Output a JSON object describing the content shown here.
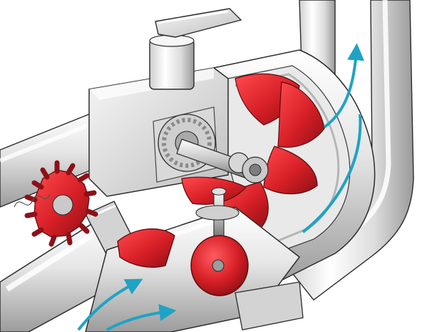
{
  "illustration": {
    "colors": {
      "background": "#ffffff",
      "metal_light": "#f2f2f2",
      "metal_mid": "#c8c8c8",
      "metal_dark": "#7a7a7a",
      "outline": "#2b2b2b",
      "impeller_red": "#d61f26",
      "impeller_red_dark": "#8e1016",
      "flow_arrow": "#1fa3c4"
    },
    "icons": [
      "pipe-assembly",
      "shut-off-handle",
      "gearbox-housing",
      "impeller",
      "shaft-gear",
      "red-gear",
      "valve-disc",
      "flow-arrow"
    ]
  }
}
